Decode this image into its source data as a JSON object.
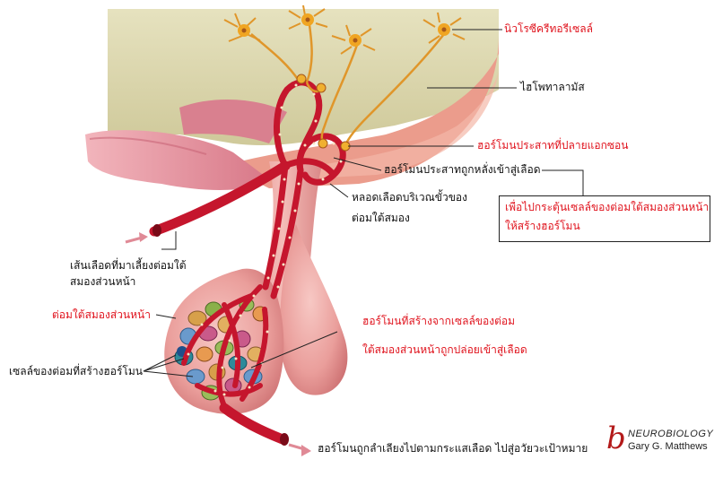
{
  "labels": {
    "neurosecretory_cell": "นิวโรซีครีทอรีเซลล์",
    "hypothalamus": "ไฮโพทาลามัส",
    "axon_terminal_hormone": "ฮอร์โมนประสาทที่ปลายแอกซอน",
    "neurohormone_released": "ฮอร์โมนประสาทถูกหลั่งเข้าสู่เลือด",
    "portal_vessels_line1": "หลอดเลือดบริเวณขั้วของ",
    "portal_vessels_line2": "ต่อมใต้สมอง",
    "stimulate_line1": "เพื่อไปกระตุ้นเซลล์ของต่อมใต้สมองส่วนหน้า",
    "stimulate_line2": "ให้สร้างฮอร์โมน",
    "artery_line1": "เส้นเลือดที่มาเลี้ยงต่อมใต้",
    "artery_line2": "สมองส่วนหน้า",
    "anterior_pituitary": "ต่อมใต้สมองส่วนหน้า",
    "hormone_secreted_line1": "ฮอร์โมนที่สร้างจากเซลล์ของต่อม",
    "hormone_secreted_line2": "ใต้สมองส่วนหน้าถูกปล่อยเข้าสู่เลือด",
    "pituitary_cells": "เซลล์ของต่อมที่สร้างฮอร์โมน",
    "transported": "ฮอร์โมนถูกลำเลียงไปตามกระแสเลือด ไปสู่อวัยวะเป้าหมาย"
  },
  "credit": {
    "letter": "b",
    "book": "NEUROBIOLOGY",
    "author": "Gary G. Matthews"
  },
  "colors": {
    "label_red": "#e0141e",
    "label_black": "#111111",
    "brain_tissue": "#dcd7aa",
    "hypothalamus_pink": "#eb9c8c",
    "stalk_pink": "#e9a2a0",
    "vessel_red": "#c5162d",
    "neuron_orange": "#f0a522"
  }
}
